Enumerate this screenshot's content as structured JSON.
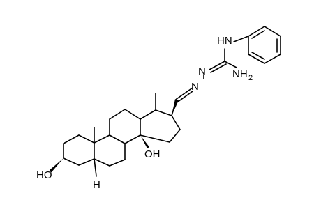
{
  "molecule": {
    "labels": {
      "nh": "HN",
      "nh2": "NH",
      "nh2_subscript": "2",
      "n_azine_1": "N",
      "n_azine_2": "N",
      "oh_3": "HO",
      "oh_14": "OH",
      "h_5": "H"
    },
    "colors": {
      "bond": "#000000",
      "text": "#000000",
      "background": "#ffffff"
    }
  }
}
